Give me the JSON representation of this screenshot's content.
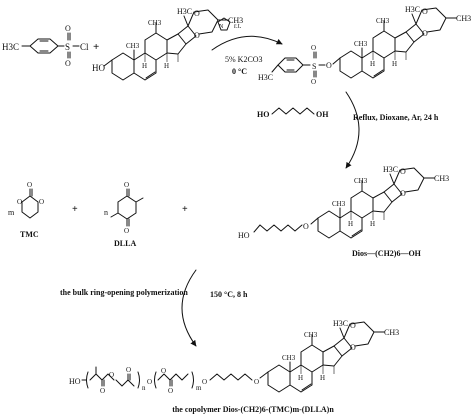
{
  "tosyl_chloride": {
    "methyl": "H3C",
    "sulfonyl_s": "S",
    "chloride": "Cl",
    "oxygen": "O"
  },
  "plus": "+",
  "reaction1": {
    "pyridine_n": "N",
    "conditions_temp": "r.t.",
    "base": "5% K2CO3",
    "temperature": "0 °C"
  },
  "diosgenin": {
    "hydroxyl": "HO",
    "methyl_top": "H3C",
    "methyl_right": "CH3",
    "methyl_18": "CH3",
    "methyl_19": "CH3",
    "hydrogen": "H",
    "ring_oxygen": "O"
  },
  "tosylate": {
    "methyl": "H3C",
    "sulfur": "S",
    "oxygen": "O"
  },
  "reaction2": {
    "diol_ho": "HO",
    "diol_oh": "OH",
    "conditions": "Reflux, Dioxane, Ar, 24 h"
  },
  "monomers": {
    "tmc_label": "TMC",
    "tmc_m": "m",
    "dlla_label": "DLLA",
    "dlla_n": "n",
    "oxygen": "O"
  },
  "intermediate": {
    "hydroxyl": "HO",
    "linker_o": "O",
    "label_prefix": "Dios",
    "label_suffix": "—(CH2)6—OH"
  },
  "reaction3": {
    "method": "the bulk ring-opening polymerization",
    "conditions": "150 °C, 8 h"
  },
  "copolymer": {
    "end_group": "HO",
    "oxygen": "O",
    "sub_n": "n",
    "sub_m": "m",
    "label": "the copolymer Dios-(CH2)6-(TMC)m-(DLLA)n"
  }
}
